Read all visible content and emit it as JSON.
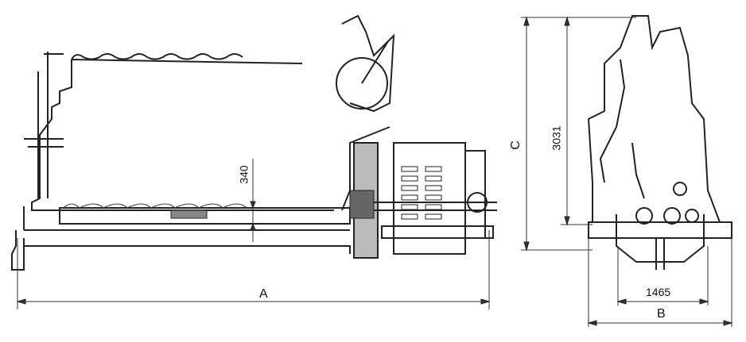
{
  "dimensions": {
    "side_view": {
      "length": "A",
      "height_offset": "340"
    },
    "end_view": {
      "height_total": "C",
      "height": "3031",
      "width_inner": "1465",
      "width_total": "B"
    }
  }
}
